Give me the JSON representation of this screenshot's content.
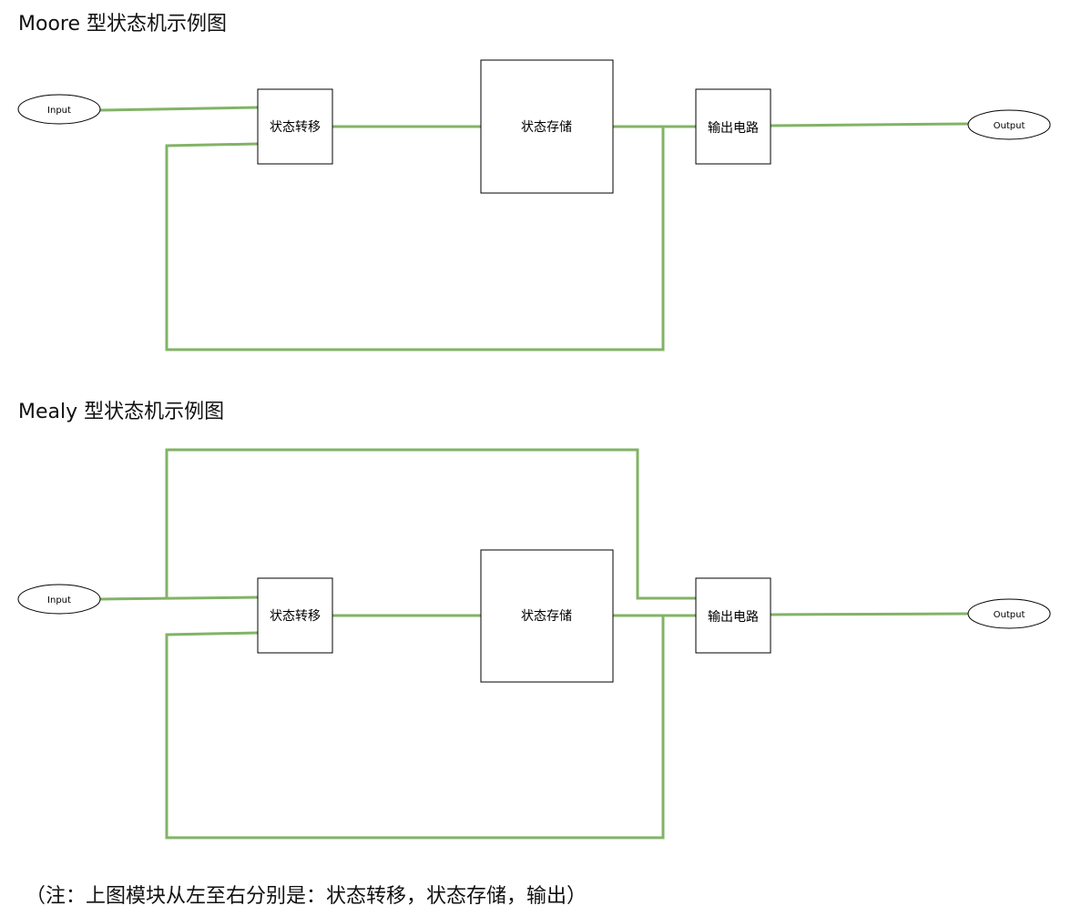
{
  "moore": {
    "title": "Moore 型状态机示例图",
    "input": "Input",
    "transition": "状态转移",
    "storage": "状态存储",
    "output_circuit": "输出电路",
    "output": "Output"
  },
  "mealy": {
    "title": "Mealy 型状态机示例图",
    "input": "Input",
    "transition": "状态转移",
    "storage": "状态存储",
    "output_circuit": "输出电路",
    "output": "Output"
  },
  "note": "（注：上图模块从左至右分别是：状态转移，状态存储，输出）",
  "colors": {
    "wire": "#82b366",
    "stroke": "#000000"
  }
}
